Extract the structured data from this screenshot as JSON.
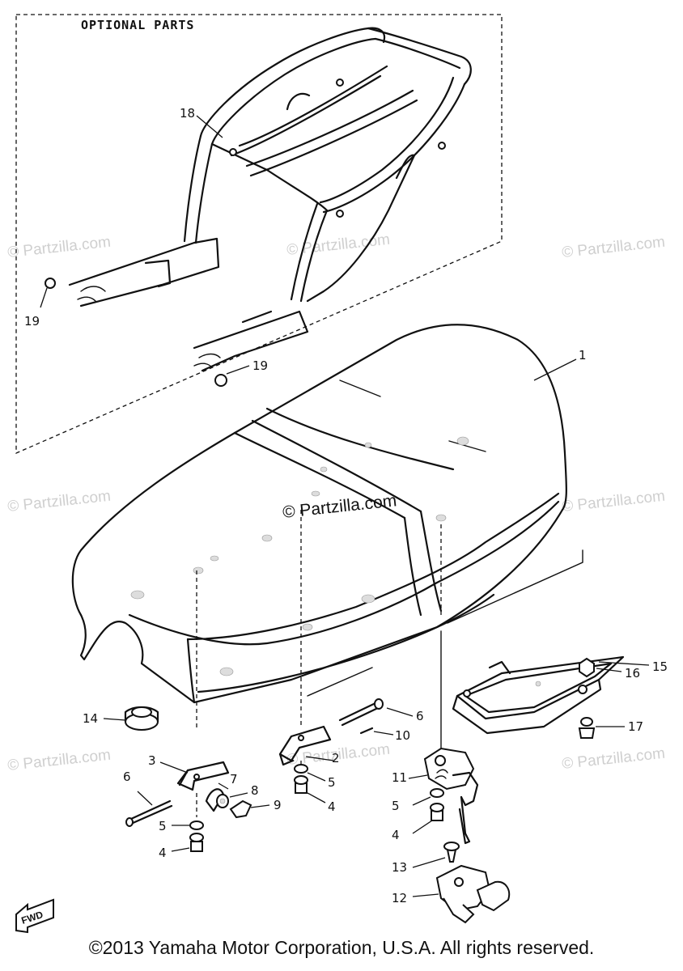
{
  "header": {
    "optional_parts_label": "OPTIONAL PARTS"
  },
  "watermarks": {
    "left_top": "© Partzilla.com",
    "center_top": "© Partzilla.com",
    "right_top": "© Partzilla.com",
    "left_mid": "© Partzilla.com",
    "center_main": "© Partzilla.com",
    "right_mid": "© Partzilla.com",
    "left_low": "© Partzilla.com",
    "center_low": "© Partzilla.com",
    "right_low": "© Partzilla.com"
  },
  "callouts": {
    "c1": "1",
    "c2": "2",
    "c3": "3",
    "c4a": "4",
    "c4b": "4",
    "c4c": "4",
    "c5a": "5",
    "c5b": "5",
    "c5c": "5",
    "c6a": "6",
    "c6b": "6",
    "c7": "7",
    "c8": "8",
    "c9": "9",
    "c10": "10",
    "c11": "11",
    "c12": "12",
    "c13": "13",
    "c14": "14",
    "c15": "15",
    "c16": "16",
    "c17": "17",
    "c18": "18",
    "c19a": "19",
    "c19b": "19"
  },
  "fwd_label": "FWD",
  "footer": {
    "copyright": "©2013 Yamaha Motor Corporation, U.S.A. All rights reserved."
  }
}
